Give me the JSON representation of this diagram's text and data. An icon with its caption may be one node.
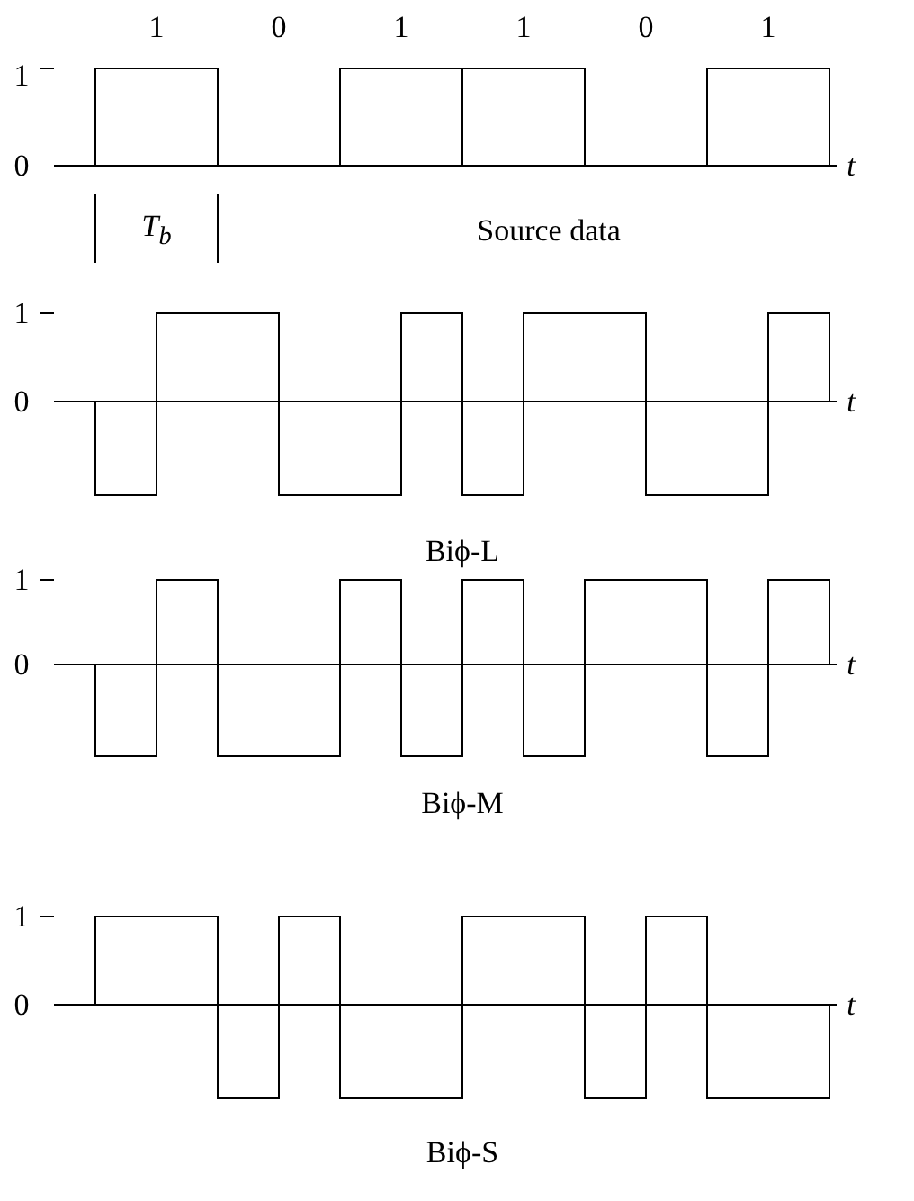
{
  "diagram": {
    "labels": [
      "1",
      "0",
      "1",
      "1",
      "0",
      "1",
      "1",
      "0",
      "t",
      "T$_{b}$",
      "Source data",
      "1",
      "0",
      "t",
      "Biϕ-L",
      "1",
      "0",
      "t",
      "Biϕ-M",
      "1",
      "0",
      "t",
      "Biϕ-S"
    ]
  }
}
